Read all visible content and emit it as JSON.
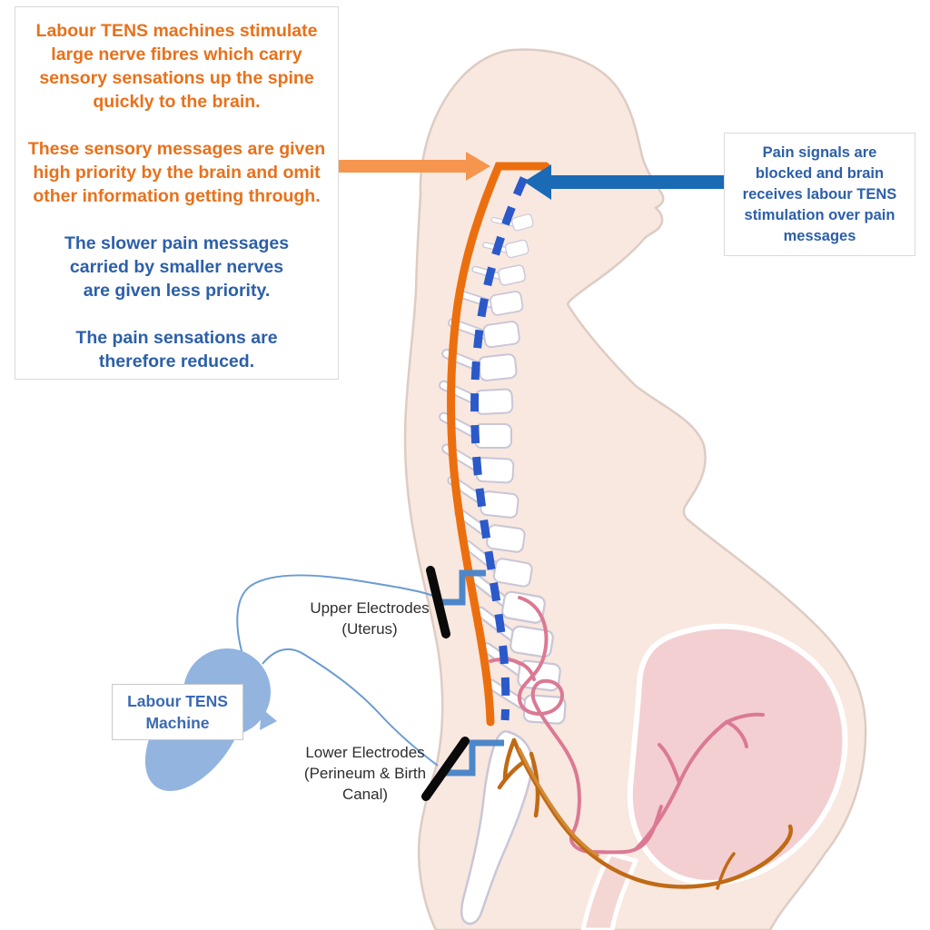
{
  "diagram_subject": "Labour TENS pain-gate mechanism diagram",
  "explanation_box": {
    "para1_lines": [
      "Labour TENS machines stimulate",
      "large nerve fibres which carry",
      "sensory sensations up the spine",
      "quickly to the brain."
    ],
    "para2_lines": [
      "These sensory messages are given",
      "high priority by the brain and omit",
      "other information getting through."
    ],
    "para3_lines": [
      "The slower pain messages",
      "carried by smaller nerves",
      "are given less priority."
    ],
    "para4_lines": [
      "The pain sensations are",
      "therefore reduced."
    ]
  },
  "pain_box": {
    "lines": [
      "Pain signals are",
      "blocked and brain",
      "receives labour TENS",
      "stimulation over pain",
      "messages"
    ]
  },
  "machine_label": {
    "lines": [
      "Labour TENS",
      "Machine"
    ]
  },
  "upper_electrodes_label": {
    "lines": [
      "Upper Electrodes",
      "(Uterus)"
    ]
  },
  "lower_electrodes_label": {
    "lines": [
      "Lower Electrodes",
      "(Perineum & Birth",
      "Canal)"
    ]
  },
  "icons": {
    "orange_arrow": "arrow pointing right at top of spine (sensory stimulation signal)",
    "blue_arrow": "arrow pointing left at top of spine (blocked pain signal)",
    "upper_electrode": "black electrode pad near thoracic spine",
    "lower_electrode": "black electrode pad near sacral spine"
  },
  "colors": {
    "orange_text": "#e8711b",
    "blue_text": "#2c5fa8",
    "orange_arrow": "#f6954d",
    "blue_arrow": "#1a6ab5",
    "orange_spine_line": "#ec6f0f",
    "blue_dash_line": "#2b59c9",
    "bracket_blue": "#4e87c9",
    "machine_blue": "#92b4df",
    "wire_blue": "#6b9bd2",
    "body_fill": "#f9e8e0",
    "body_outline": "#ddccc3",
    "uterus_fill": "#f3cfd1",
    "nerve_pink": "#db7993",
    "nerve_brown": "#c06a15",
    "electrode_black": "#0a0a0a",
    "vertebra_outline": "#c9c6d6"
  }
}
